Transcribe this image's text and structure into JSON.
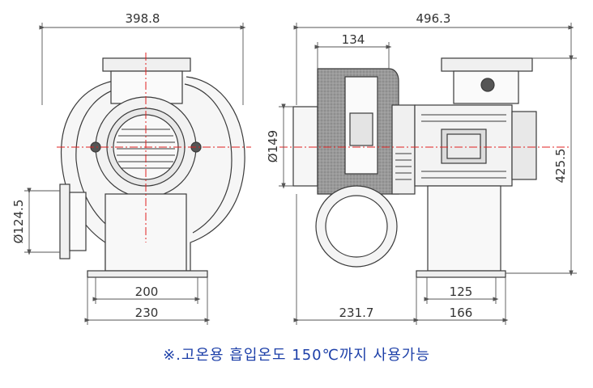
{
  "dimensions": {
    "front_width": "398.8",
    "side_width": "496.3",
    "top_flange": "134",
    "inlet_diameter": "Ø149",
    "height": "425.5",
    "outlet_diameter": "Ø124.5",
    "base_inner": "200",
    "base_outer": "230",
    "side_offset": "231.7",
    "foot_inner": "125",
    "foot_outer": "166"
  },
  "note": "※.고온용 흡입온도 150℃까지 사용가능",
  "colors": {
    "line": "#3a3a3a",
    "dim_line": "#555555",
    "centerline": "#e02020",
    "note": "#1c3fa8",
    "housing_fill": "#f4f4f4",
    "dark_fill": "#8a8a8a"
  }
}
